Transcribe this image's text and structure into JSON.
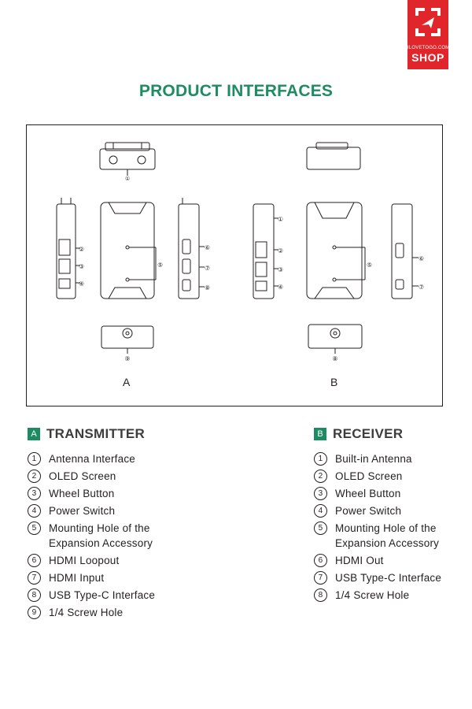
{
  "logo": {
    "url_text": "ILOVETOGO.COM",
    "shop_text": "SHOP"
  },
  "title": "PRODUCT INTERFACES",
  "diagram": {
    "label_a": "A",
    "label_b": "B",
    "callouts_a": [
      "①",
      "②",
      "③",
      "④",
      "⑤",
      "⑥",
      "⑦",
      "⑧",
      "⑨"
    ],
    "callouts_b": [
      "①",
      "②",
      "③",
      "④",
      "⑤",
      "⑥",
      "⑦",
      "⑧"
    ]
  },
  "transmitter": {
    "badge": "A",
    "heading": "TRANSMITTER",
    "items": [
      {
        "num": "1",
        "text": "Antenna Interface"
      },
      {
        "num": "2",
        "text": "OLED Screen"
      },
      {
        "num": "3",
        "text": "Wheel Button"
      },
      {
        "num": "4",
        "text": "Power Switch"
      },
      {
        "num": "5",
        "text": "Mounting Hole of the Expansion Accessory"
      },
      {
        "num": "6",
        "text": "HDMI Loopout"
      },
      {
        "num": "7",
        "text": "HDMI Input"
      },
      {
        "num": "8",
        "text": "USB Type-C Interface"
      },
      {
        "num": "9",
        "text": "1/4 Screw Hole"
      }
    ]
  },
  "receiver": {
    "badge": "B",
    "heading": "RECEIVER",
    "items": [
      {
        "num": "1",
        "text": "Built-in Antenna"
      },
      {
        "num": "2",
        "text": "OLED Screen"
      },
      {
        "num": "3",
        "text": "Wheel Button"
      },
      {
        "num": "4",
        "text": "Power Switch"
      },
      {
        "num": "5",
        "text": "Mounting Hole of the Expansion Accessory"
      },
      {
        "num": "6",
        "text": "HDMI Out"
      },
      {
        "num": "7",
        "text": "USB Type-C Interface"
      },
      {
        "num": "8",
        "text": "1/4 Screw Hole"
      }
    ]
  }
}
